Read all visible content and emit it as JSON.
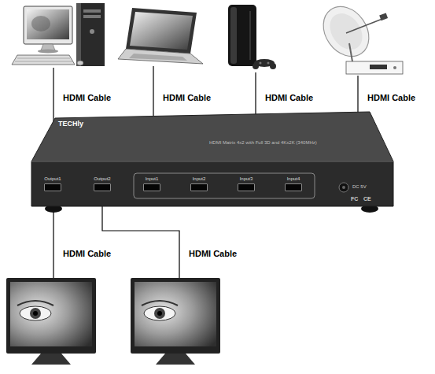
{
  "diagram": {
    "nodes": [
      {
        "text": [
          "TECHly",
          "HDMI Matrix 4x2 with Full 3D and 4Kx2K (340MHz)"
        ]
      },
      {
        "text": [
          "Output1"
        ],
        "in": 0
      },
      {
        "text": [
          "Output2"
        ],
        "in": 0
      },
      {
        "text": [
          "Input1"
        ],
        "in": 0
      },
      {
        "text": [
          "Input2"
        ],
        "in": 0
      },
      {
        "text": [
          "Input3"
        ],
        "in": 0
      },
      {
        "text": [
          "Input4"
        ],
        "in": 0
      }
    ],
    "labels": [
      "HDMI Cable",
      "HDMI Cable",
      "HDMI Cable",
      "HDMI Cable",
      "HDMI Cable",
      "HDMI Cable",
      "DC 5V",
      "FC",
      "CE"
    ]
  }
}
